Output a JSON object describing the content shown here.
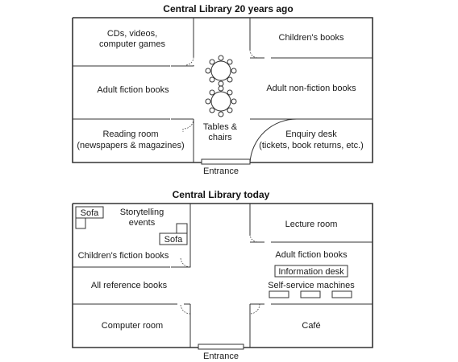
{
  "top_plan": {
    "title": "Central Library 20 years ago",
    "rooms": {
      "cds": [
        "CDs, videos,",
        "computer games"
      ],
      "childrens": "Children's books",
      "adult_fiction": "Adult fiction books",
      "adult_nonfiction": "Adult non-fiction books",
      "reading": [
        "Reading room",
        "(newspapers & magazines)"
      ],
      "tables": [
        "Tables &",
        "chairs"
      ],
      "enquiry": [
        "Enquiry desk",
        "(tickets, book returns, etc.)"
      ]
    },
    "entrance": "Entrance"
  },
  "bottom_plan": {
    "title": "Central Library today",
    "rooms": {
      "sofa_1": "Sofa",
      "storytelling": [
        "Storytelling",
        "events"
      ],
      "sofa_2": "Sofa",
      "childrens_fiction": "Children's fiction books",
      "reference": "All reference books",
      "computer": "Computer room",
      "lecture": "Lecture room",
      "adult_fiction": "Adult fiction books",
      "information_desk": "Information desk",
      "self_service": "Self-service machines",
      "cafe": "Café"
    },
    "entrance": "Entrance"
  }
}
